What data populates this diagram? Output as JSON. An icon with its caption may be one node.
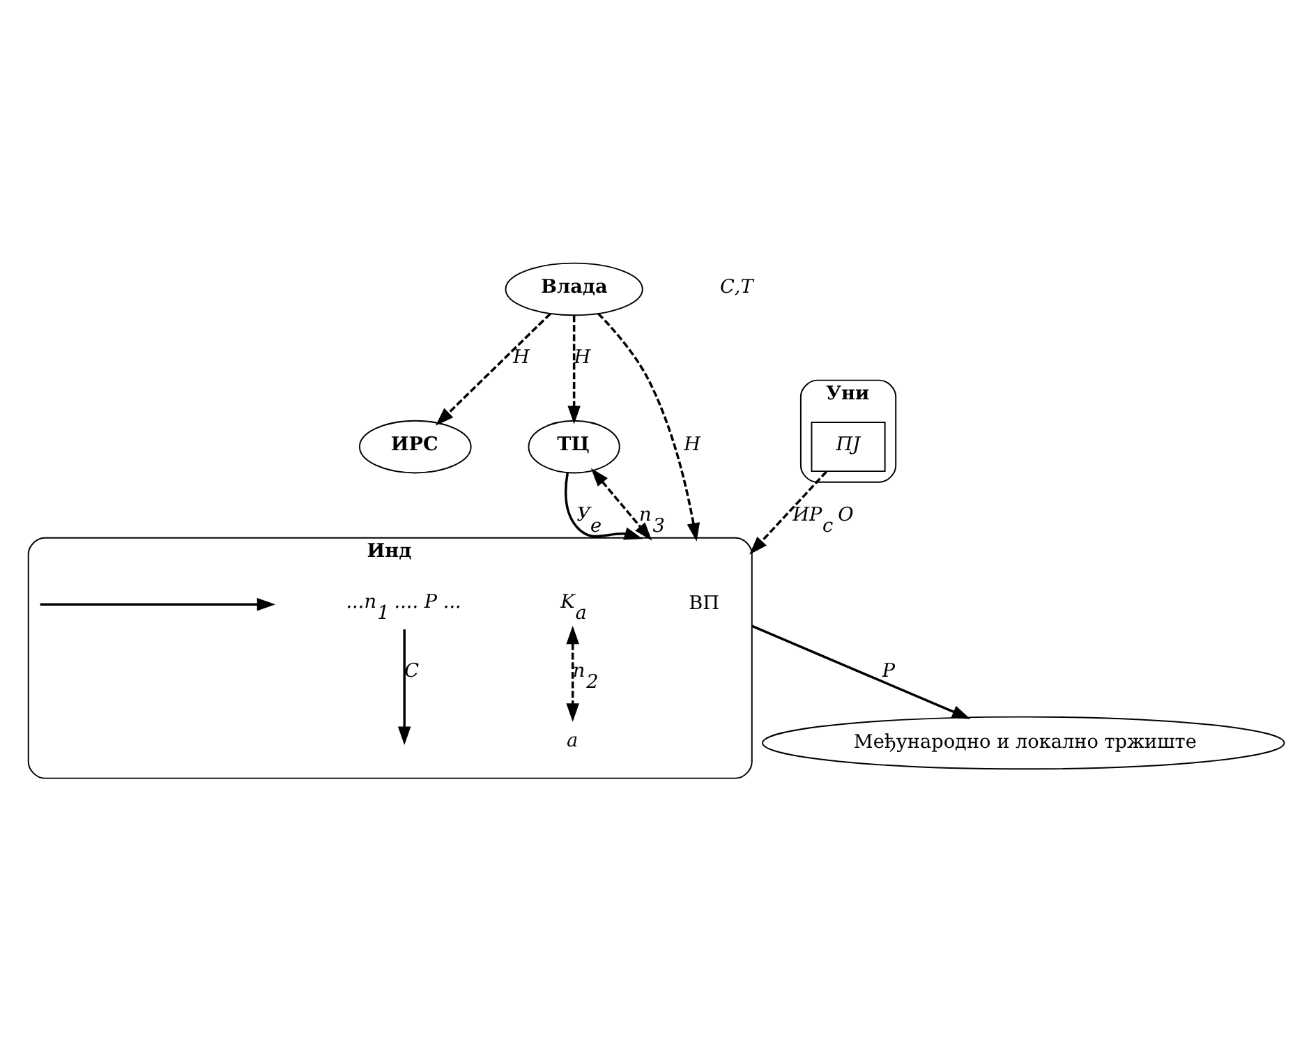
{
  "diagram": {
    "nodes": [
      {
        "text": [
          "ИРС"
        ]
      },
      {
        "text": [
          "Уни"
        ]
      },
      {
        "text": [
          "ПЈ"
        ],
        "in": 1
      },
      {
        "text": [
          "Влада"
        ]
      },
      {
        "text": [
          "Међународно и локално тржиште"
        ]
      },
      {
        "text": [
          "ТЦ"
        ]
      },
      {
        "text": [
          "Инд"
        ]
      },
      {
        "text": [
          "ВП"
        ],
        "in": 6
      },
      {
        "text": [
          "K$_{a}$"
        ],
        "in": 6
      },
      {
        "text": [
          "a"
        ],
        "in": 6
      },
      {
        "text": [
          "...n$_{1}$ .... Р ..."
        ],
        "in": 6
      }
    ],
    "edges": [
      {
        "from": 3,
        "to": 0,
        "arrow": "to",
        "style": "dashed",
        "label": "Н"
      },
      {
        "from": 2,
        "to": 6,
        "arrow": "to",
        "style": "dashed",
        "label": "ИР$_{c}$ О"
      },
      {
        "from": 3,
        "to": 6,
        "arrow": "to",
        "style": "dashed",
        "label": "Н"
      },
      {
        "from": 3,
        "to": 5,
        "arrow": "to",
        "style": "dashed",
        "label": "Н"
      },
      {
        "from": 6,
        "to": 4,
        "arrow": "to",
        "label": "Р"
      },
      {
        "from": 5,
        "to": 6,
        "arrow": "to",
        "label": "У$_{e}$"
      },
      {
        "from": 5,
        "to": 6,
        "arrow": "both",
        "style": "dashed",
        "label": "n$_{3}$"
      },
      {
        "from": 8,
        "to": 9,
        "arrow": "both",
        "style": "dashed",
        "label": "n$_{2}$"
      },
      {
        "from": 10,
        "to": null,
        "arrow": "to",
        "label": "С"
      }
    ],
    "labels": [
      "С,Т"
    ]
  }
}
